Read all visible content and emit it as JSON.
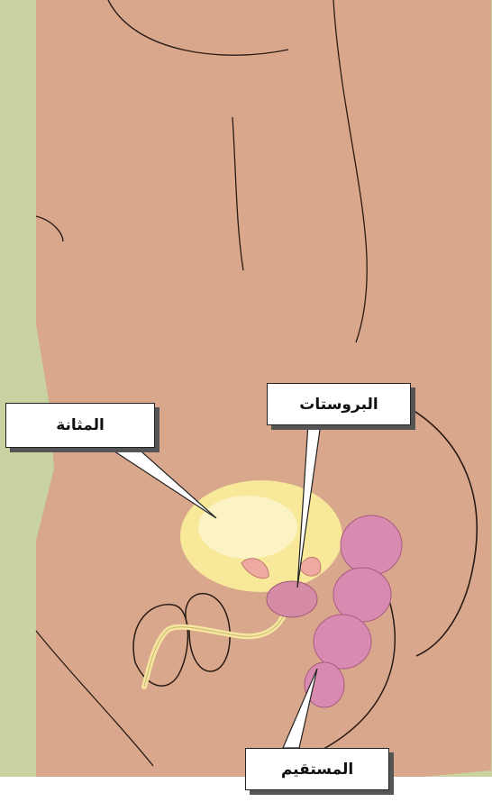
{
  "labels": {
    "bladder": "المثانة",
    "prostate": "البروستات",
    "rectum": "المستقيم"
  },
  "colors": {
    "background": "#c9d3a2",
    "skin": "#d9a88c",
    "outline": "#2a1a14",
    "bladder": "#f7e89a",
    "prostate": "#d58aa6",
    "rectum": "#d98ab0",
    "urethra": "#f5e6a0"
  }
}
